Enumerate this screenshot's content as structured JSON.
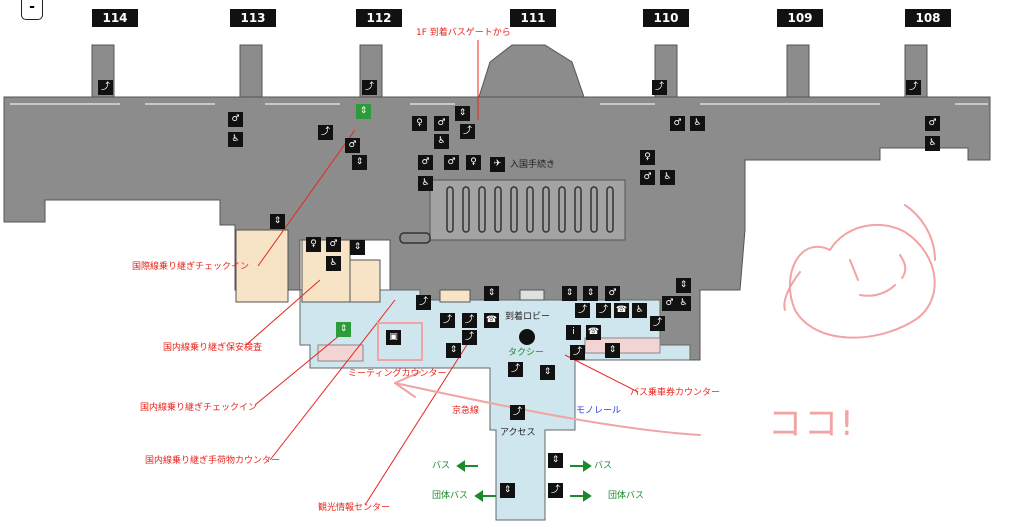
{
  "collapse_label": "-",
  "gates": [
    "114",
    "113",
    "112",
    "111",
    "110",
    "109",
    "108"
  ],
  "labels": {
    "bus_gate": "1F 到着バスゲートから",
    "immigration": "入国手続き",
    "arrival_lobby": "到着ロビー",
    "intl_transfer_checkin": "国際線乗り継ぎチェックイン",
    "dom_transfer_security": "国内線乗り継ぎ保安検査",
    "dom_transfer_checkin": "国内線乗り継ぎチェックイン",
    "dom_transfer_baggage": "国内線乗り継ぎ手荷物カウンター",
    "meeting_counter": "ミーティングカウンター",
    "tourist_info": "観光情報センター",
    "bus_ticket_counter": "バス乗車券カウンター",
    "taxi": "タクシー",
    "keikyu": "京急線",
    "access": "アクセス",
    "monorail": "モノレール",
    "bus_left": "バス",
    "bus_right": "バス",
    "group_bus_left": "団体バス",
    "group_bus_right": "団体バス",
    "handwritten": "ココ!"
  },
  "icons": {
    "escalator": "escalator-icon",
    "restroom": "restroom-icon",
    "wheelchair": "wheelchair-icon",
    "elevator": "elevator-icon",
    "info": "information-icon",
    "baby": "baby-room-icon"
  },
  "colors": {
    "floor": "#8c8c8c",
    "concourse": "#cfe6ee",
    "shop": "#f7e3c6",
    "ann_red": "#e8261d",
    "ann_green": "#1a8a2a",
    "ann_blue": "#2a3ce0",
    "handwriting": "#f2a3a3"
  }
}
